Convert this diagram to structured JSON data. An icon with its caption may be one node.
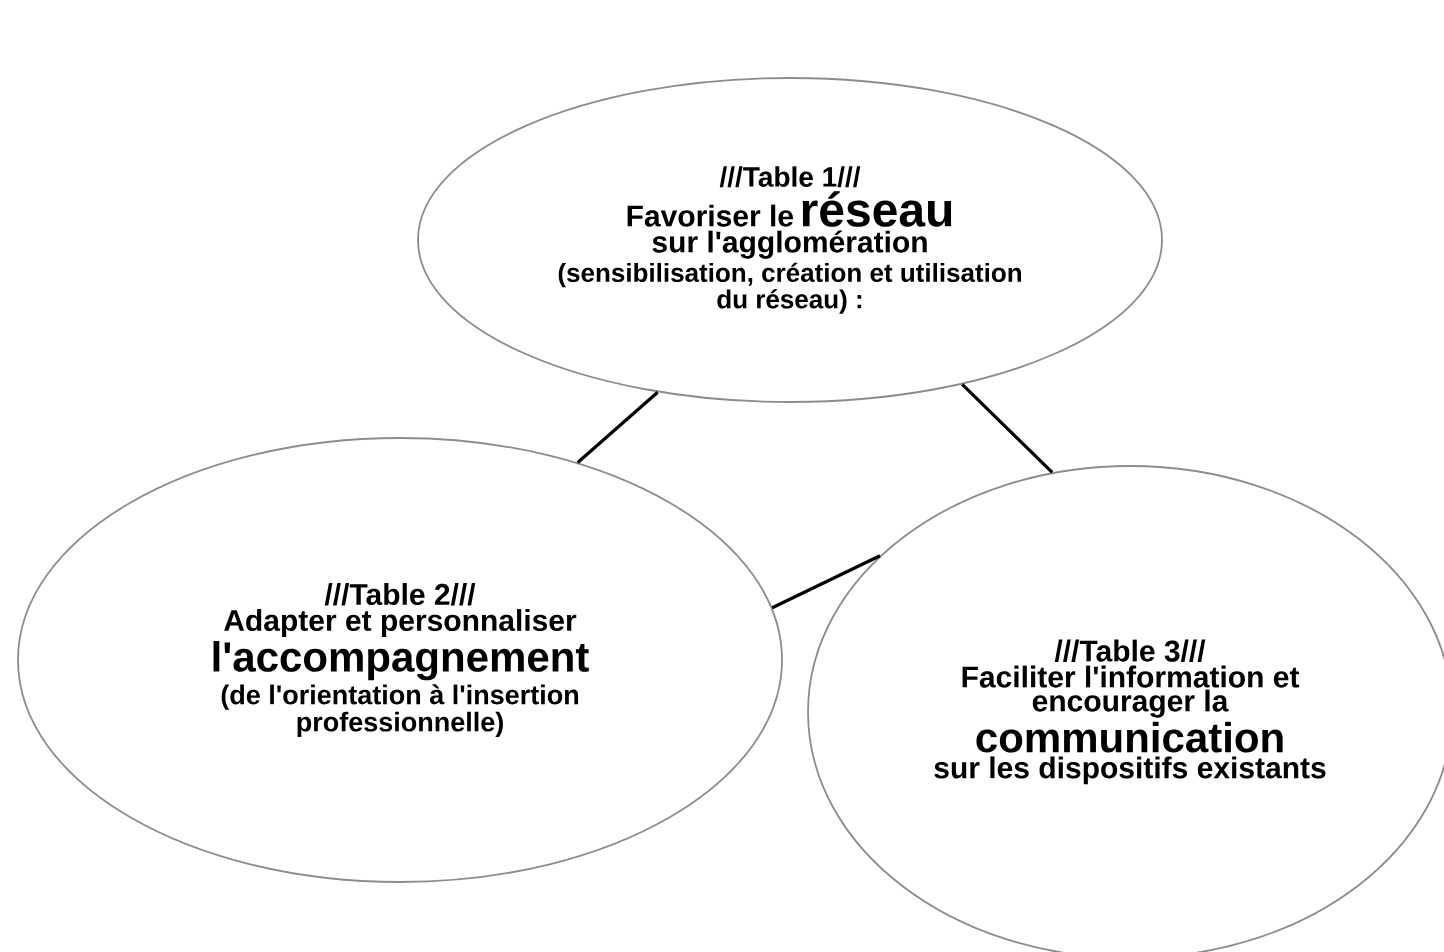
{
  "diagram": {
    "nodes": [
      {
        "text": [
          "///Table 1///",
          "Favoriser le",
          "réseau",
          "sur l'agglomération",
          "(sensibilisation, création et utilisation du réseau) :"
        ]
      },
      {
        "text": [
          "///Table 2///",
          "Adapter et personnaliser",
          "l'accompagnement",
          "(de l'orientation à l'insertion professionnelle)"
        ]
      },
      {
        "text": [
          "///Table 3///",
          "Faciliter l'information et encourager la",
          "communication",
          "sur les dispositifs existants"
        ]
      }
    ],
    "edges": [
      {
        "from": 0,
        "to": 1,
        "arrow": "none"
      },
      {
        "from": 0,
        "to": 2,
        "arrow": "none"
      },
      {
        "from": 1,
        "to": 2,
        "arrow": "none"
      }
    ]
  }
}
